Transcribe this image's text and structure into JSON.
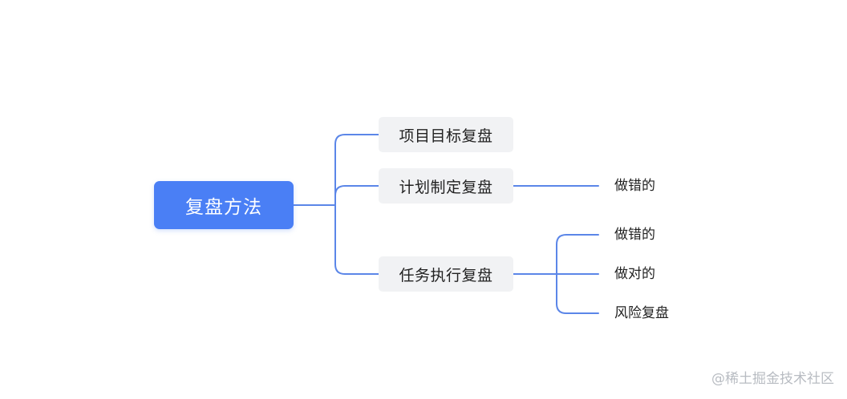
{
  "root": {
    "label": "复盘方法"
  },
  "branches": [
    {
      "label": "项目目标复盘"
    },
    {
      "label": "计划制定复盘",
      "children": [
        {
          "label": "做错的"
        }
      ]
    },
    {
      "label": "任务执行复盘",
      "children": [
        {
          "label": "做错的"
        },
        {
          "label": "做对的"
        },
        {
          "label": "风险复盘"
        }
      ]
    }
  ],
  "watermark": "@稀土掘金技术社区",
  "colors": {
    "root_fill": "#4a7ff5",
    "connector": "#5b86e8",
    "branch_fill": "#f1f2f4",
    "text": "#222222",
    "watermark": "#b8bcc2"
  }
}
